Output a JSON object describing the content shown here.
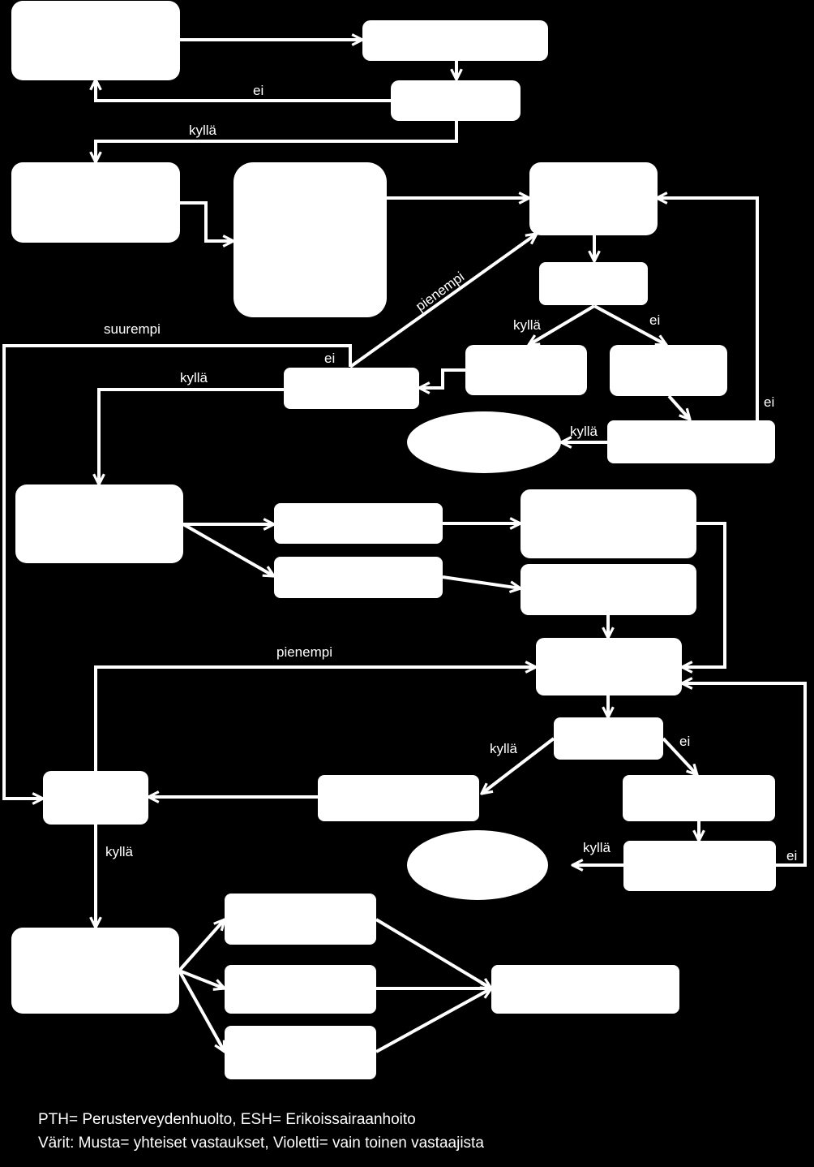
{
  "colors": {
    "background": "#000000",
    "foreground": "#ffffff"
  },
  "labels": {
    "yes": "kyllä",
    "no": "ei",
    "smaller": "pienempi",
    "larger": "suurempi"
  },
  "legend": {
    "line1": "PTH= Perusterveydenhuolto, ESH= Erikoissairaanhoito",
    "line2": "Värit: Musta= yhteiset vastaukset, Violetti= vain toinen vastaajista"
  }
}
